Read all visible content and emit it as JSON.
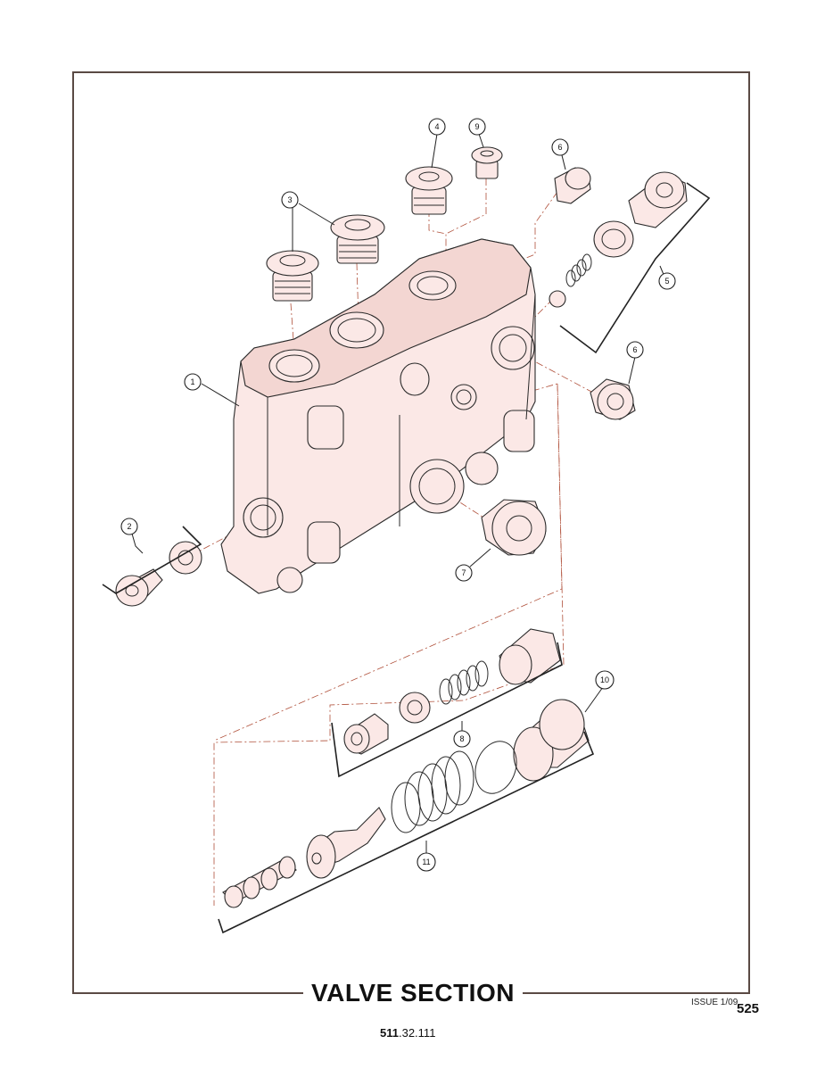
{
  "title": "VALVE SECTION",
  "issue": "ISSUE 1/09",
  "page_number": "525",
  "part_number": {
    "bold": "511",
    "rest": ".32.111"
  },
  "callouts": [
    {
      "id": "c1",
      "label": "1"
    },
    {
      "id": "c2",
      "label": "2"
    },
    {
      "id": "c3",
      "label": "3"
    },
    {
      "id": "c4",
      "label": "4"
    },
    {
      "id": "c5",
      "label": "5"
    },
    {
      "id": "c6a",
      "label": "6"
    },
    {
      "id": "c6b",
      "label": "6"
    },
    {
      "id": "c7",
      "label": "7"
    },
    {
      "id": "c8",
      "label": "8"
    },
    {
      "id": "c9",
      "label": "9"
    },
    {
      "id": "c10",
      "label": "10"
    },
    {
      "id": "c11",
      "label": "11"
    }
  ],
  "colors": {
    "part_fill": "#fbe8e6",
    "dash_line": "#b0503a",
    "frame": "#5a4a44"
  }
}
